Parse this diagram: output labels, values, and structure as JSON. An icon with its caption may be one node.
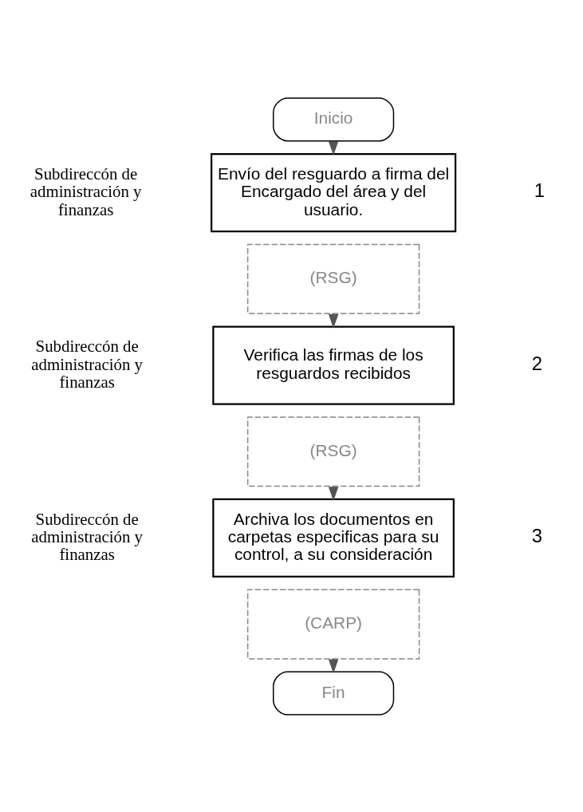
{
  "diagram": {
    "nodes": [
      {
        "text": [
          "Inicio"
        ]
      },
      {
        "text": [
          "Envío del resguardo a firma del Encargado del área y del usuario."
        ],
        "beside": [
          "Subdireccón de administración y finanzas",
          "1"
        ]
      },
      {
        "text": [
          "(RSG)"
        ]
      },
      {
        "text": [
          "Verifica las firmas de los resguardos recibidos"
        ],
        "beside": [
          "Subdireccón de administración y finanzas",
          "2"
        ]
      },
      {
        "text": [
          "(RSG)"
        ]
      },
      {
        "text": [
          "Archiva los documentos en carpetas especificas para su control, a su consideración"
        ],
        "beside": [
          "Subdireccón de administración y finanzas",
          "3"
        ]
      },
      {
        "text": [
          "(CARP)"
        ]
      },
      {
        "text": [
          "Fin"
        ]
      }
    ],
    "edges": [
      {
        "from": 0,
        "to": 1,
        "arrow": "to"
      },
      {
        "from": 2,
        "to": 3,
        "arrow": "to"
      },
      {
        "from": 4,
        "to": 5,
        "arrow": "to"
      },
      {
        "from": 6,
        "to": 7,
        "arrow": "to"
      }
    ]
  }
}
